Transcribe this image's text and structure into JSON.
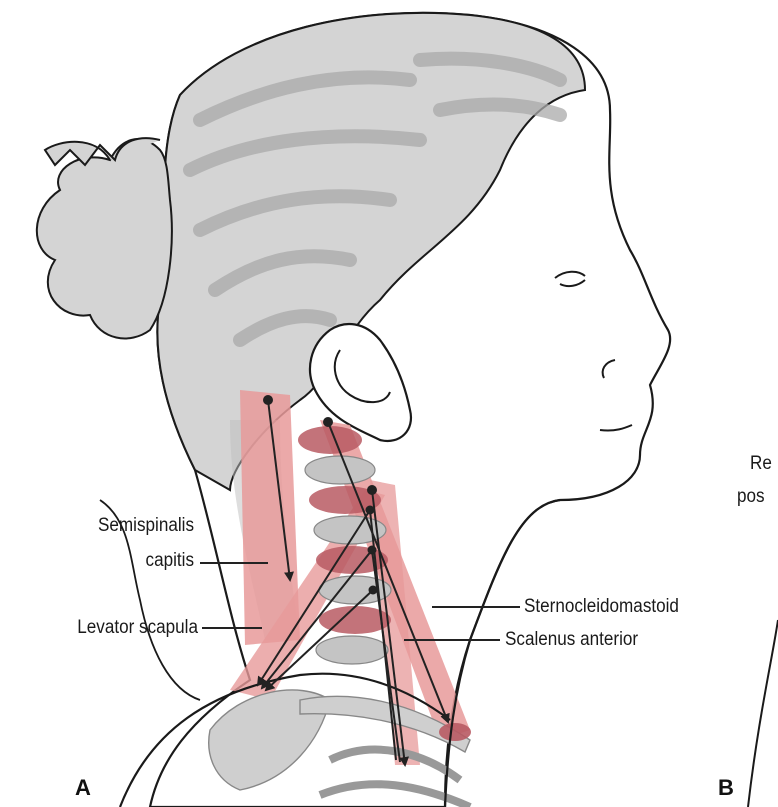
{
  "panels": {
    "a": "A",
    "b": "B"
  },
  "labels": {
    "semispinalis_line1": "Semispinalis",
    "semispinalis_line2": "capitis",
    "levator": "Levator scapula",
    "sternocleidomastoid": "Sternocleidomastoid",
    "scalenus": "Scalenus anterior",
    "clipped_line1": "Re",
    "clipped_line2": "pos"
  },
  "colors": {
    "muscle": "#e79a9a",
    "muscle_dark": "#b85a63",
    "hair": "#c9c9c9",
    "hair_shadow": "#a9a9a9",
    "bone": "#c4c4c4",
    "line": "#222222"
  }
}
